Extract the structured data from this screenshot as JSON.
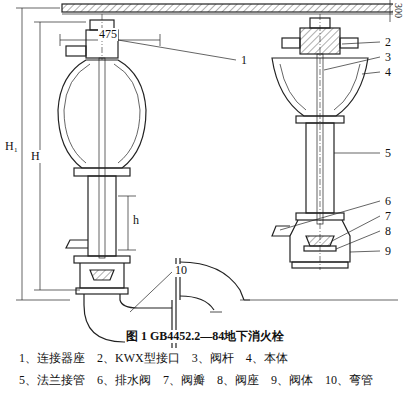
{
  "diagram": {
    "caption": "图 1 GB4452.2—84地下消火栓",
    "labels": [
      "475",
      "300",
      "H₁",
      "H",
      "h",
      "1",
      "2",
      "3",
      "4",
      "5",
      "6",
      "7",
      "8",
      "9",
      "10",
      "1、连接器座",
      "2、KWX型接口",
      "3、阀杆",
      "4、本体",
      "5、法兰接管",
      "6、排水阀",
      "7、阀瓣",
      "8、阀座",
      "9、阀体",
      "10、弯管"
    ]
  }
}
